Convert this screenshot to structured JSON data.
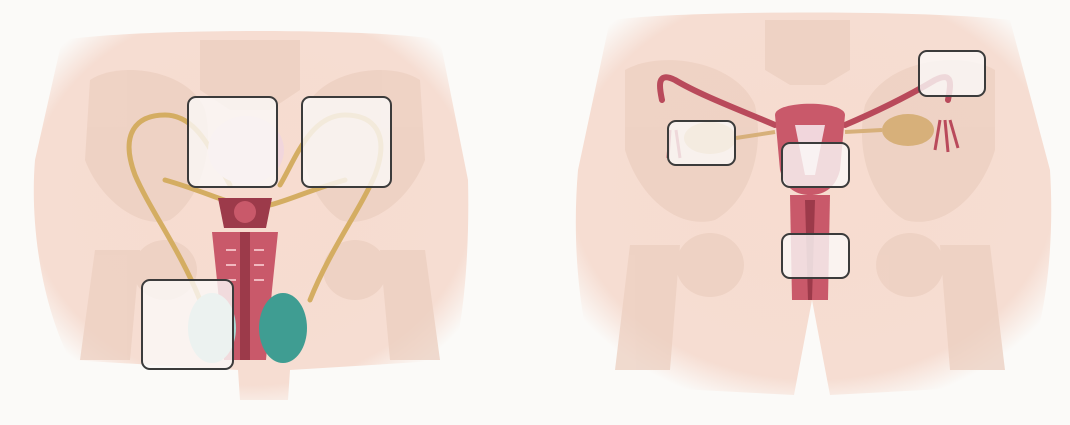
{
  "male_diagram": {
    "label_boxes": [
      {
        "id": "bladder",
        "text": ""
      },
      {
        "id": "vas-deferens",
        "text": ""
      },
      {
        "id": "testes",
        "text": ""
      }
    ]
  },
  "female_diagram": {
    "label_boxes": [
      {
        "id": "fallopian-tube",
        "text": ""
      },
      {
        "id": "ovary",
        "text": ""
      },
      {
        "id": "uterus",
        "text": ""
      },
      {
        "id": "vagina",
        "text": ""
      }
    ]
  },
  "colors": {
    "skin": "#f6ddd2",
    "bone": "#efd6c8",
    "tube": "#d4ad62",
    "organ": "#c9596a",
    "organ_dark": "#9c3a4a",
    "bladder": "#f1d6dc",
    "testis_left": "#a9d6d0",
    "testis_right": "#3f9d92",
    "ovary": "#d7b07a",
    "box_border": "#3b3b3b"
  }
}
